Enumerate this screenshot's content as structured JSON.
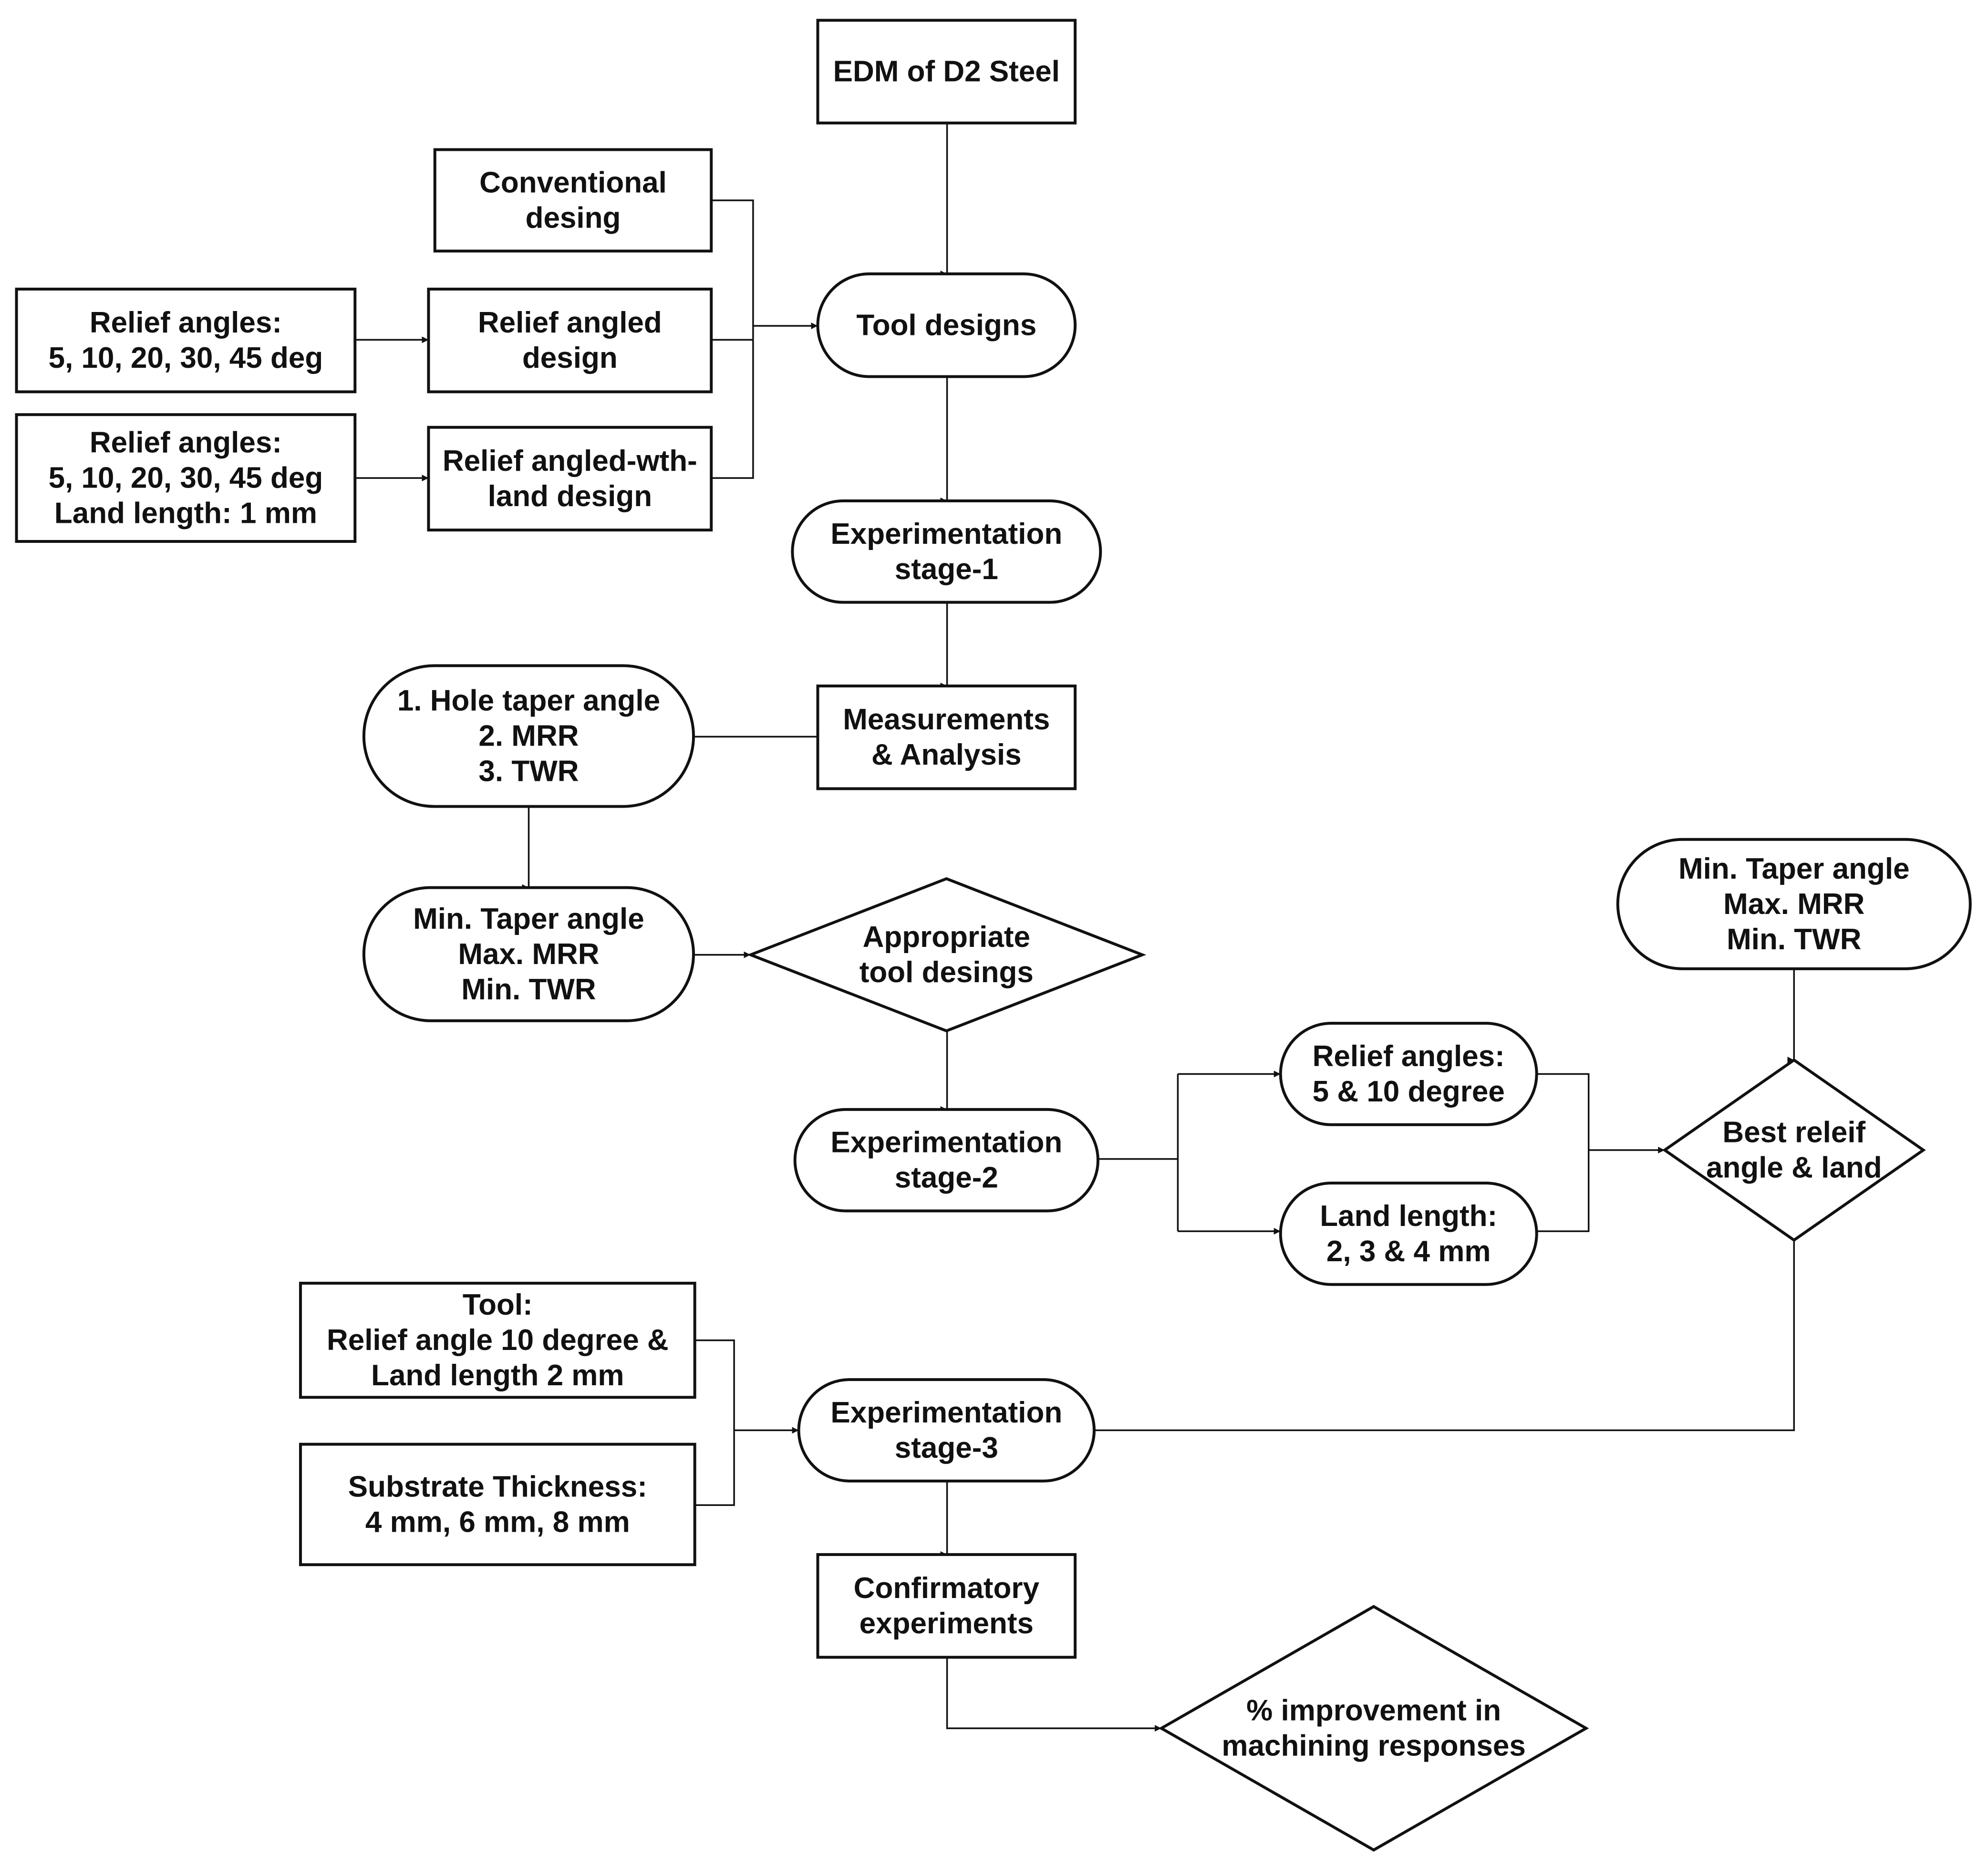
{
  "nodes": {
    "edm": {
      "lines": [
        "EDM of D2 Steel"
      ]
    },
    "conventional": {
      "lines": [
        "Conventional",
        "desing"
      ]
    },
    "relief_angles_1": {
      "lines": [
        "Relief angles:",
        "5, 10, 20, 30, 45 deg"
      ]
    },
    "relief_angled": {
      "lines": [
        "Relief angled",
        "design"
      ]
    },
    "relief_angles_2": {
      "lines": [
        "Relief angles:",
        "5, 10, 20, 30, 45 deg",
        "Land length: 1 mm"
      ]
    },
    "relief_land": {
      "lines": [
        "Relief angled-wth-",
        "land design"
      ]
    },
    "tool_designs": {
      "lines": [
        "Tool designs"
      ]
    },
    "stage1": {
      "lines": [
        "Experimentation",
        "stage-1"
      ]
    },
    "measurements": {
      "lines": [
        "Measurements",
        "& Analysis"
      ]
    },
    "responses": {
      "lines": [
        "1. Hole taper angle",
        "2. MRR",
        "3. TWR"
      ]
    },
    "criteria1": {
      "lines": [
        "Min. Taper angle",
        "Max. MRR",
        "Min. TWR"
      ]
    },
    "appropriate": {
      "lines": [
        "Appropriate",
        "tool desings"
      ]
    },
    "stage2": {
      "lines": [
        "Experimentation",
        "stage-2"
      ]
    },
    "relief_5_10": {
      "lines": [
        "Relief angles:",
        "5 & 10 degree"
      ]
    },
    "land_length": {
      "lines": [
        "Land length:",
        "2, 3 & 4 mm"
      ]
    },
    "criteria2": {
      "lines": [
        "Min. Taper angle",
        "Max. MRR",
        "Min. TWR"
      ]
    },
    "best": {
      "lines": [
        "Best releif",
        "angle & land"
      ]
    },
    "tool": {
      "lines": [
        "Tool:",
        "Relief angle 10 degree &",
        "Land length 2 mm"
      ]
    },
    "substrate": {
      "lines": [
        "Substrate Thickness:",
        "4 mm, 6 mm, 8 mm"
      ]
    },
    "stage3": {
      "lines": [
        "Experimentation",
        "stage-3"
      ]
    },
    "confirmatory": {
      "lines": [
        "Confirmatory",
        "experiments"
      ]
    },
    "improvement": {
      "lines": [
        "% improvement in",
        "machining responses"
      ]
    }
  },
  "shapes": {
    "edm": "rectangle",
    "conventional": "rectangle",
    "relief_angles_1": "rectangle",
    "relief_angled": "rectangle",
    "relief_angles_2": "rectangle",
    "relief_land": "rectangle",
    "tool_designs": "rounded",
    "stage1": "rounded",
    "measurements": "rectangle",
    "responses": "rounded",
    "criteria1": "rounded",
    "appropriate": "diamond",
    "stage2": "rounded",
    "relief_5_10": "rounded",
    "land_length": "rounded",
    "criteria2": "rounded",
    "best": "diamond",
    "tool": "rectangle",
    "substrate": "rectangle",
    "stage3": "rounded",
    "confirmatory": "rectangle",
    "improvement": "diamond"
  },
  "connections": [
    {
      "from": "edm",
      "to": "tool_designs"
    },
    {
      "from": "conventional",
      "to": "tool_designs"
    },
    {
      "from": "relief_angles_1",
      "to": "relief_angled"
    },
    {
      "from": "relief_angled",
      "to": "tool_designs"
    },
    {
      "from": "relief_angles_2",
      "to": "relief_land"
    },
    {
      "from": "relief_land",
      "to": "tool_designs"
    },
    {
      "from": "tool_designs",
      "to": "stage1"
    },
    {
      "from": "stage1",
      "to": "measurements"
    },
    {
      "from": "measurements",
      "to": "responses"
    },
    {
      "from": "responses",
      "to": "criteria1"
    },
    {
      "from": "criteria1",
      "to": "appropriate"
    },
    {
      "from": "appropriate",
      "to": "stage2"
    },
    {
      "from": "stage2",
      "to": "relief_5_10"
    },
    {
      "from": "stage2",
      "to": "land_length"
    },
    {
      "from": "relief_5_10",
      "to": "best"
    },
    {
      "from": "land_length",
      "to": "best"
    },
    {
      "from": "criteria2",
      "to": "best"
    },
    {
      "from": "best",
      "to": "stage3"
    },
    {
      "from": "tool",
      "to": "stage3"
    },
    {
      "from": "substrate",
      "to": "stage3"
    },
    {
      "from": "stage3",
      "to": "confirmatory"
    },
    {
      "from": "confirmatory",
      "to": "improvement"
    }
  ]
}
